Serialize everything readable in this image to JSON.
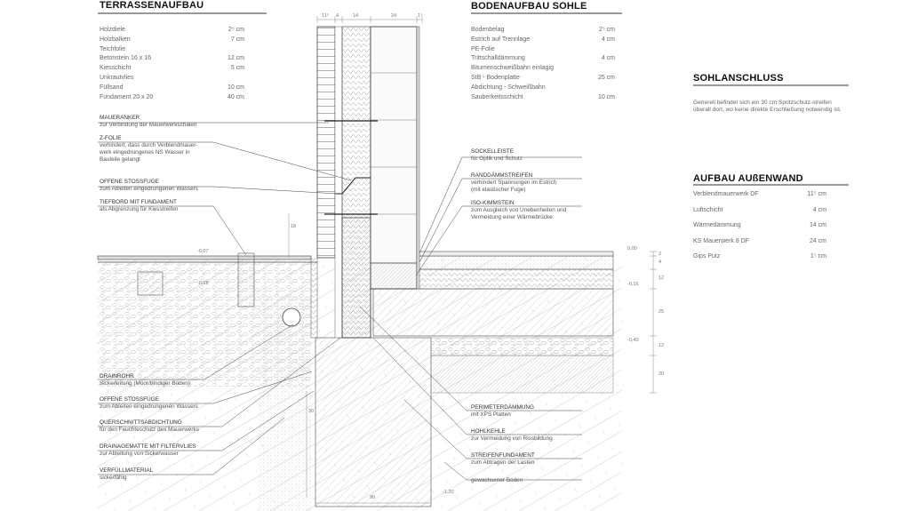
{
  "terrasse": {
    "title": "TERRASSENAUFBAU",
    "rows": [
      {
        "label": "Holzdiele",
        "value": "2⁵ cm"
      },
      {
        "label": "Holzbalken",
        "value": "7 cm"
      },
      {
        "label": "Teichfolie",
        "value": ""
      },
      {
        "label": "Betonstein 16 x 16",
        "value": "12 cm"
      },
      {
        "label": "Kiesschicht",
        "value": "5 cm"
      },
      {
        "label": "Unkrautvlies",
        "value": ""
      },
      {
        "label": "Füllsand",
        "value": "10 cm"
      },
      {
        "label": "Fundament 20 x 20",
        "value": "40 cm"
      }
    ]
  },
  "boden": {
    "title": "BODENAUFBAU SOHLE",
    "rows": [
      {
        "label": "Bodenbelag",
        "value": "2⁵ cm"
      },
      {
        "label": "Estrich auf Trennlage",
        "value": "4 cm"
      },
      {
        "label": "PE-Folie",
        "value": ""
      },
      {
        "label": "Trittschalldämmung",
        "value": "4 cm"
      },
      {
        "label": "Bitumenschweißbahn einlagig",
        "value": ""
      },
      {
        "label": "StB - Bodenplatte",
        "value": "25 cm"
      },
      {
        "label": "Abdichtung - Schweißbahn",
        "value": ""
      },
      {
        "label": "Sauberkeitsschicht",
        "value": "10 cm"
      }
    ]
  },
  "sohlanschluss": {
    "title": "SOHLANSCHLUSS",
    "text": "Generell befindet sich ein 30 cm Spritzschutz-streifen überall dort, wo keine direkte Erschließung notwendig ist."
  },
  "aussenwand": {
    "title": "AUFBAU AUßENWAND",
    "rows": [
      {
        "label": "Verblendmauerwerk DF",
        "value": "11⁵ cm"
      },
      {
        "label": "Luftschicht",
        "value": "4  cm"
      },
      {
        "label": "Wärmedämmung",
        "value": "14 cm"
      },
      {
        "label": "KS Mauerwerk 8 DF",
        "value": "24  cm"
      },
      {
        "label": "Gips Putz",
        "value": "1⁵ cm"
      }
    ]
  },
  "left_labels": [
    {
      "title": "MAUERANKER",
      "desc": [
        "zur Verbindung der Mauerwerkschalen"
      ]
    },
    {
      "title": "Z-FOLIE",
      "desc": [
        "verhindert, dass durch Verblendmauer-",
        "werk eingedrungenes NS Wasser in",
        "Bauteile gelangt"
      ]
    },
    {
      "title": "OFFENE STOßFUGE",
      "desc": [
        "zum Ableiten eingedrungenen Wassers"
      ]
    },
    {
      "title": "TIEFBORD MIT FUNDAMENT",
      "desc": [
        "als Abgrenzung für Kiesstreifen"
      ]
    },
    {
      "title": "DRAINROHR",
      "desc": [
        "Sickerleitung (Moor/bindiger Boden)"
      ]
    },
    {
      "title": "OFFENE STOßFUGE",
      "desc": [
        "zum Ableiten eingedrungenen Wassers"
      ]
    },
    {
      "title": "QUERSCHNITTSABDICHTUNG",
      "desc": [
        "für den Feuchteschutz des Mauerwerks"
      ]
    },
    {
      "title": "DRAINAGEMATTE MIT FILTERVLIES",
      "desc": [
        "zur Ableitung von Sickerwasser"
      ]
    },
    {
      "title": "VERFÜLLMATERIAL",
      "desc": [
        "sickerfähig"
      ]
    }
  ],
  "right_labels": [
    {
      "title": "SOCKELLEISTE",
      "desc": [
        "für Optik und Schutz"
      ]
    },
    {
      "title": "RANDDÄMMSTREIFEN",
      "desc": [
        "verhindert Spannungen im Estrich",
        "(mit elastischer Fuge)"
      ]
    },
    {
      "title": "ISO-KIMMSTEIN",
      "desc": [
        "zum Ausgleich von Unebenheiten und",
        "Vermeidung einer Wärmebrücke"
      ]
    },
    {
      "title": "PERIMETERDÄMMUNG",
      "desc": [
        "mit XPS Platten"
      ]
    },
    {
      "title": "HOHLKEHLE",
      "desc": [
        "zur Vermeidung von Rissbildung"
      ]
    },
    {
      "title": "STREIFENFUNDAMENT",
      "desc": [
        "zum Abtragen der Lasten"
      ]
    },
    {
      "title": "",
      "desc": [
        "gewachsener Boden"
      ]
    }
  ],
  "dims": {
    "top": [
      "11⁵",
      "4",
      "14",
      "24",
      "1⁵"
    ],
    "levels": [
      "0,00",
      "-0,16",
      "-0,40",
      "-0,07",
      "-0,18",
      "-1,20"
    ],
    "right_side": [
      "2",
      "4",
      "12",
      "25",
      "12",
      "20"
    ],
    "misc": [
      "18",
      "30",
      "90"
    ]
  }
}
